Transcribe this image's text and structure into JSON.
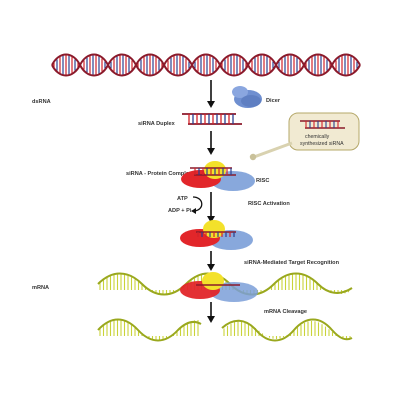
{
  "labels": {
    "dsrna": "dsRNA",
    "dicer": "Dicer",
    "sirna_duplex": "siRNA Duplex",
    "chem_line1": "chemically",
    "chem_line2": "synthesized siRNA",
    "protein_complex": "siRNA - Protein Complex",
    "risc": "RISC",
    "atp": "ATP",
    "adp": "ADP + Pi",
    "risc_activation": "RISC Activation",
    "target_recognition": "siRNA-Mediated Target Recognition",
    "mrna": "mRNA",
    "mrna_cleavage": "mRNA Cleavage"
  },
  "colors": {
    "strand": "#8b1a2b",
    "rung_red": "#d2232a",
    "rung_blue": "#2b3f8f",
    "mrna_strand": "#9aa81e",
    "mrna_rung": "#c9d33a",
    "dicer_blue": "#6f8fd0",
    "risc_red": "#e2262a",
    "risc_yellow": "#f3e12b",
    "risc_blue": "#7b9fd8",
    "callout_fill": "#f1ead2",
    "callout_border": "#b5a86a",
    "arrow": "#111111"
  },
  "icons": {
    "down_arrow": "down-arrow-icon",
    "atp_hydrolysis": "curved-arrow-icon"
  }
}
